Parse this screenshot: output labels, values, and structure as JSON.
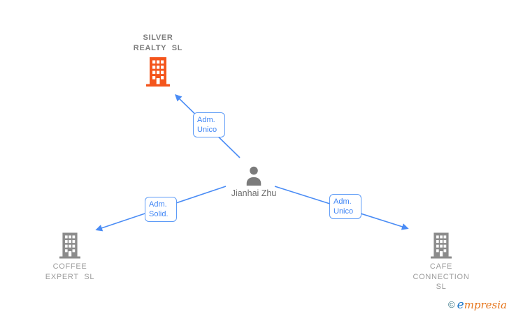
{
  "graph": {
    "type": "corporate-relationship-diagram",
    "center_person": {
      "name": "Jianhai Zhu",
      "icon": "person-icon"
    },
    "nodes": [
      {
        "id": "silver-realty",
        "name": "SILVER REALTY SL",
        "icon": "building-icon",
        "highlighted": true
      },
      {
        "id": "coffee-expert",
        "name": "COFFEE EXPERT SL",
        "icon": "building-icon",
        "highlighted": false
      },
      {
        "id": "cafe-connection",
        "name": "CAFE CONNECTION SL",
        "icon": "building-icon",
        "highlighted": false
      }
    ],
    "edges": [
      {
        "from": "Jianhai Zhu",
        "to": "SILVER REALTY SL",
        "label": "Adm. Unico"
      },
      {
        "from": "Jianhai Zhu",
        "to": "COFFEE EXPERT SL",
        "label": "Adm. Solid."
      },
      {
        "from": "Jianhai Zhu",
        "to": "CAFE CONNECTION SL",
        "label": "Adm. Unico"
      }
    ]
  },
  "watermark": {
    "copyright": "©",
    "brand": "empresia",
    "brand_initial": "e",
    "brand_rest": "mpresia"
  },
  "colors": {
    "edge_blue": "#4a8cf5",
    "label_border_blue": "#5d9bf7",
    "label_text_blue": "#3f85f5",
    "highlighted_company_orange": "#f4551c",
    "company_gray": "#8c8c8c",
    "person_gray": "#7b7b7b",
    "company_text_highlight": "#7d7d7d",
    "company_text_gray": "#9c9c9c",
    "watermark_copyright": "#2f7080",
    "watermark_initial": "#1f78c8",
    "watermark_rest": "#e6761d"
  }
}
